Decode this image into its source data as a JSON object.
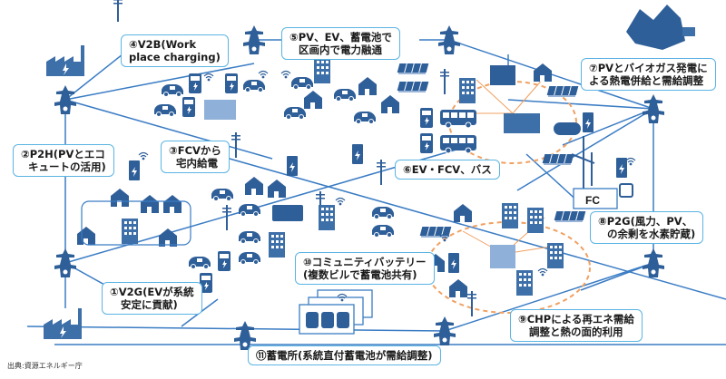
{
  "diagram": {
    "colors": {
      "grid_line": "#3a7cc4",
      "icon_blue": "#2f5f99",
      "icon_light": "#6c96c6",
      "label_border": "#5bb4e3",
      "heat_line": "#f0a060"
    },
    "labels": [
      {
        "id": "v2g",
        "lines": [
          "①V2G(EVが系統",
          "安定に貢献)"
        ]
      },
      {
        "id": "p2h",
        "lines": [
          "②P2H(PVとエコ",
          "キュートの活用)"
        ]
      },
      {
        "id": "fcv",
        "lines": [
          "③FCVから",
          "宅内給電"
        ]
      },
      {
        "id": "v2b",
        "lines": [
          "④V2B(Work",
          "place charging)"
        ]
      },
      {
        "id": "pv-ev",
        "lines": [
          "⑤PV、EV、蓄電池で",
          "区画内で電力融通"
        ]
      },
      {
        "id": "ev-fcv-bus",
        "lines": [
          "⑥EV・FCV、バス"
        ]
      },
      {
        "id": "biogas",
        "lines": [
          "⑦PVとバイオガス発電に",
          "よる熱電併給と需給調整"
        ]
      },
      {
        "id": "p2g",
        "lines": [
          "⑧P2G(風力、PV、",
          "の余剰を水素貯蔵)"
        ]
      },
      {
        "id": "chp",
        "lines": [
          "⑨CHPによる再エネ需給",
          "調整と熱の面的利用"
        ]
      },
      {
        "id": "community-battery",
        "lines": [
          "⑩コミュニティバッテリー",
          "(複数ビルで蓄電池共有)"
        ]
      },
      {
        "id": "storage-station",
        "lines": [
          "⑪蓄電所(系統直付蓄電池が需給調整)"
        ]
      }
    ],
    "fc_label": "FC",
    "source": "出典:資源エネルギー庁",
    "icons": [
      "power-plant-icon",
      "transmission-tower-icon",
      "utility-pole-icon",
      "ev-car-icon",
      "charging-station-icon",
      "house-icon",
      "building-icon",
      "solar-panel-icon",
      "wind-turbine-icon",
      "bus-icon",
      "factory-icon",
      "battery-icon",
      "wifi-icon",
      "mountain-icon",
      "hospital-icon"
    ]
  }
}
